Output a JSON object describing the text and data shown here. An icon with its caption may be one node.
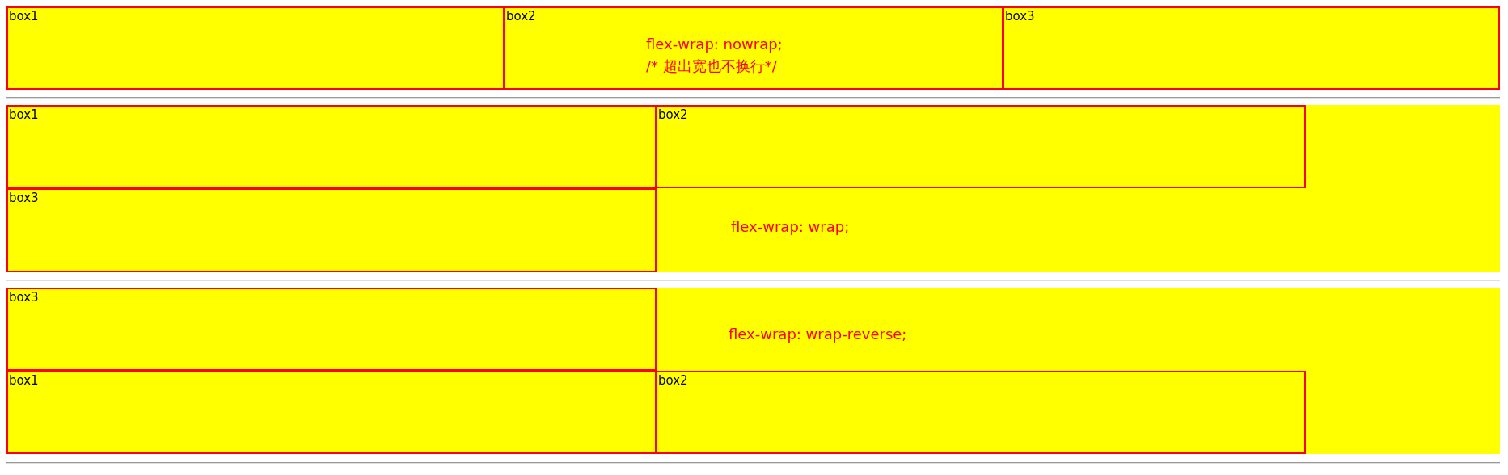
{
  "diagram": {
    "nodes": [
      {
        "text": [],
        "shape": "box"
      },
      {
        "text": [
          "box1"
        ],
        "in": 0
      },
      {
        "text": [
          "box2",
          "flex-wrap: nowrap;",
          "/* 超出宽也不换行*/"
        ],
        "in": 0
      },
      {
        "text": [
          "box3"
        ],
        "in": 0
      },
      {
        "text": [
          "flex-wrap: wrap;"
        ]
      },
      {
        "text": [
          "box1"
        ],
        "in": 4
      },
      {
        "text": [
          "box2"
        ],
        "in": 4
      },
      {
        "text": [
          "box3"
        ],
        "in": 4
      },
      {
        "text": [
          "flex-wrap: wrap-reverse;"
        ]
      },
      {
        "text": [
          "box3"
        ],
        "in": 8
      },
      {
        "text": [
          "box1"
        ],
        "in": 8
      },
      {
        "text": [
          "box2"
        ],
        "in": 8
      }
    ]
  }
}
